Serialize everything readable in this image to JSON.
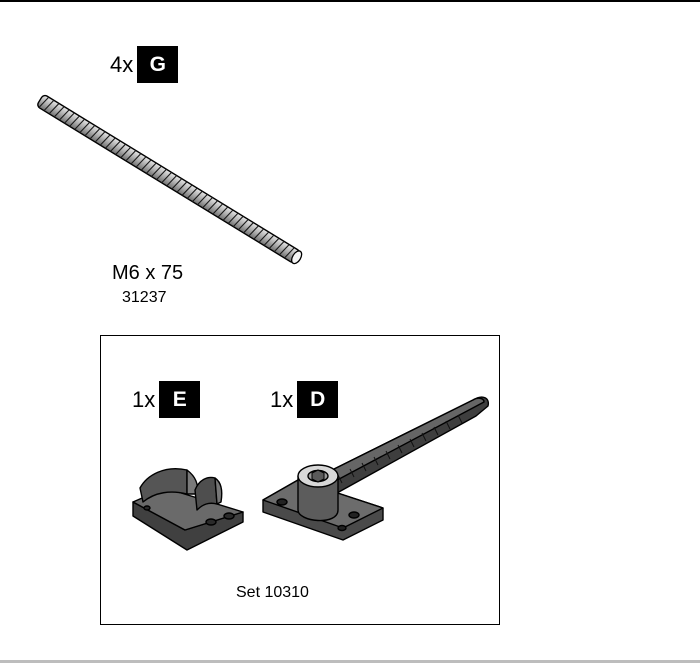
{
  "bolt": {
    "quantity": "4x",
    "letter": "G",
    "size": "M6 x 75",
    "part_number": "31237"
  },
  "set": {
    "label": "Set 10310",
    "parts": [
      {
        "quantity": "1x",
        "letter": "E"
      },
      {
        "quantity": "1x",
        "letter": "D"
      }
    ]
  },
  "colors": {
    "badge": "#000000",
    "part_fill": "#5a5a5a",
    "bolt_fill": "#b5b5b5"
  }
}
